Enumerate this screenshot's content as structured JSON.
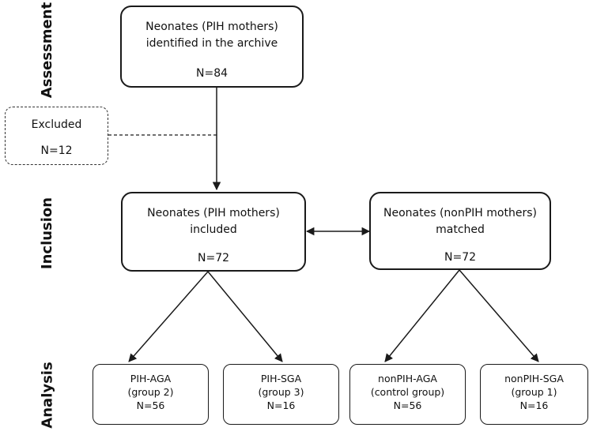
{
  "stages": {
    "assessment": "Assessment",
    "inclusion": "Inclusion",
    "analysis": "Analysis"
  },
  "boxes": {
    "identified": {
      "line1": "Neonates (PIH mothers)",
      "line2": "identified in the archive",
      "n": "N=84"
    },
    "excluded": {
      "line1": "Excluded",
      "n": "N=12"
    },
    "pih_included": {
      "line1": "Neonates (PIH mothers)",
      "line2": "included",
      "n": "N=72"
    },
    "nonpih_matched": {
      "line1": "Neonates (nonPIH mothers)",
      "line2": "matched",
      "n": "N=72"
    },
    "pih_aga": {
      "line1": "PIH-AGA",
      "line2": "(group 2)",
      "n": "N=56"
    },
    "pih_sga": {
      "line1": "PIH-SGA",
      "line2": "(group 3)",
      "n": "N=16"
    },
    "nonpih_aga": {
      "line1": "nonPIH-AGA",
      "line2": "(control group)",
      "n": "N=56"
    },
    "nonpih_sga": {
      "line1": "nonPIH-SGA",
      "line2": "(group 1)",
      "n": "N=16"
    }
  },
  "colors": {
    "line": "#1a1a1a",
    "background": "#ffffff"
  }
}
